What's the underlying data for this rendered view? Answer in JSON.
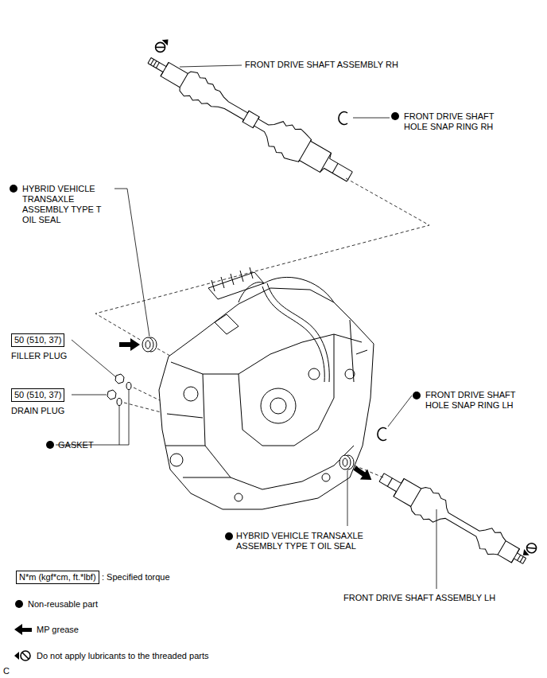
{
  "diagram": {
    "nodes": [
      {
        "text": [
          "50 (510, 37)",
          "FILLER PLUG"
        ]
      },
      {
        "text": [
          "50 (510, 37)",
          "DRAIN PLUG"
        ]
      },
      {
        "text": [
          "N*m (kgf*cm, ft.*lbf)"
        ]
      }
    ],
    "edges": [],
    "labels": [
      "FRONT DRIVE SHAFT ASSEMBLY RH",
      "FRONT DRIVE SHAFT HOLE SNAP RING RH",
      "HYBRID VEHICLE TRANSAXLE ASSEMBLY TYPE T OIL SEAL",
      "GASKET",
      "FRONT DRIVE SHAFT HOLE SNAP RING LH",
      "HYBRID VEHICLE TRANSAXLE ASSEMBLY TYPE T OIL SEAL",
      "FRONT DRIVE SHAFT ASSEMBLY LH",
      "C"
    ],
    "legend": [
      {
        "text": ": Specified torque"
      },
      {
        "text": "Non-reusable part"
      },
      {
        "text": "MP grease"
      },
      {
        "text": "Do not apply lubricants to the threaded parts"
      }
    ]
  }
}
